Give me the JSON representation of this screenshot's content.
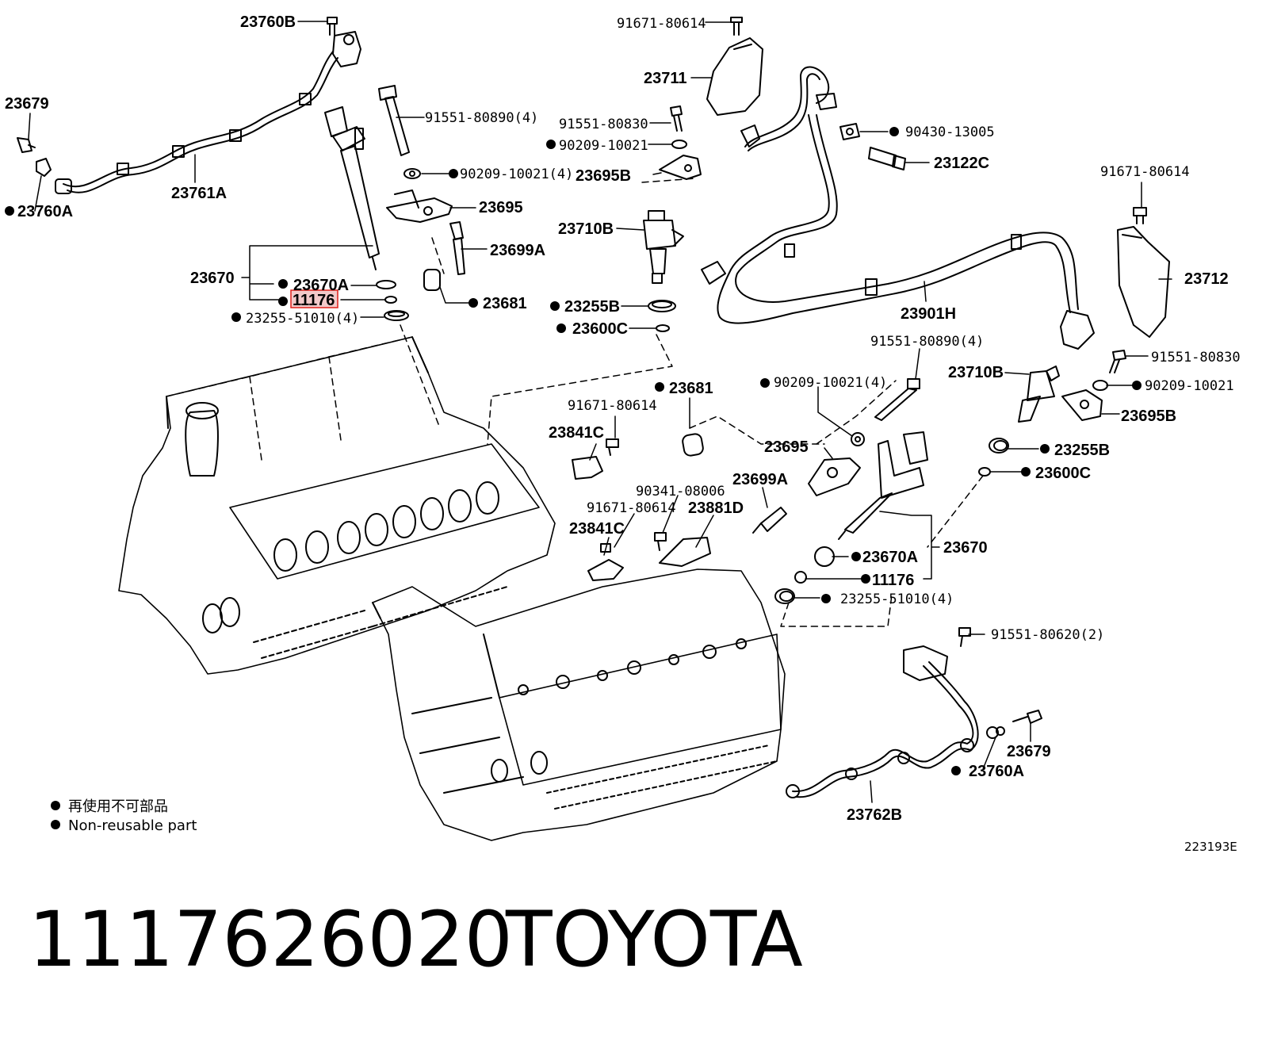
{
  "labels": {
    "l01": "23760B",
    "l02": "23679",
    "l03": "23760A",
    "l04": "23761A",
    "l05": "91551-80890(4)",
    "l06": "90209-10021(4)",
    "l07": "23695",
    "l08": "23699A",
    "l09": "23670",
    "l10": "23670A",
    "l11": "11176",
    "l12": "23255-51010(4)",
    "l13": "23681",
    "l14": "91671-80614",
    "l15": "23711",
    "l16": "91551-80830",
    "l17": "90209-10021",
    "l18": "23695B",
    "l19": "23710B",
    "l20": "23255B",
    "l21": "23600C",
    "l22": "90430-13005",
    "l23": "23122C",
    "l24": "91671-80614",
    "l25": "23712",
    "l26": "23901H",
    "l27": "91551-80890(4)",
    "l28": "91551-80830",
    "l29": "90209-10021",
    "l30": "23710B",
    "l31": "23695B",
    "l32": "90209-10021(4)",
    "l33": "23681",
    "l34": "91671-80614",
    "l35": "23841C",
    "l36": "23695",
    "l37": "23699A",
    "l38": "23255B",
    "l39": "23600C",
    "l40": "90341-08006",
    "l41": "91671-80614",
    "l42": "23881D",
    "l43": "23841C",
    "l44": "23670A",
    "l45": "23670",
    "l46": "11176",
    "l47": "23255-51010(4)",
    "l48": "91551-80620(2)",
    "l49": "23679",
    "l50": "23760A",
    "l51": "23762B"
  },
  "legend": {
    "line_cn": "再使用不可部品",
    "line_en": "Non-reusable part"
  },
  "figure_code": "223193E",
  "footer": {
    "part_number": "1117626020",
    "brand": "TOYOTA"
  },
  "colors": {
    "ink": "#000000",
    "highlight": "#e0201b",
    "highlight_fill": "#f2c9c9"
  }
}
